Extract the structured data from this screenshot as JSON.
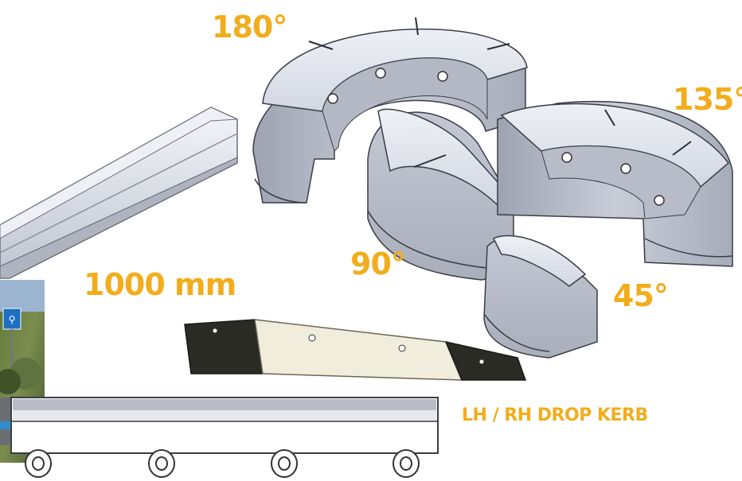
{
  "labels": {
    "angle_180": "180°",
    "angle_135": "135°",
    "angle_90": "90°",
    "angle_45": "45°",
    "length": "1000 mm",
    "drop_kerb": "LH / RH DROP KERB"
  },
  "colors": {
    "label": "#f2ad1c",
    "kerb_body": "#c9cdd8",
    "kerb_edge": "#3a3d44",
    "drop_kerb_white": "#f1eddd",
    "drop_kerb_black": "#2b2b26"
  }
}
